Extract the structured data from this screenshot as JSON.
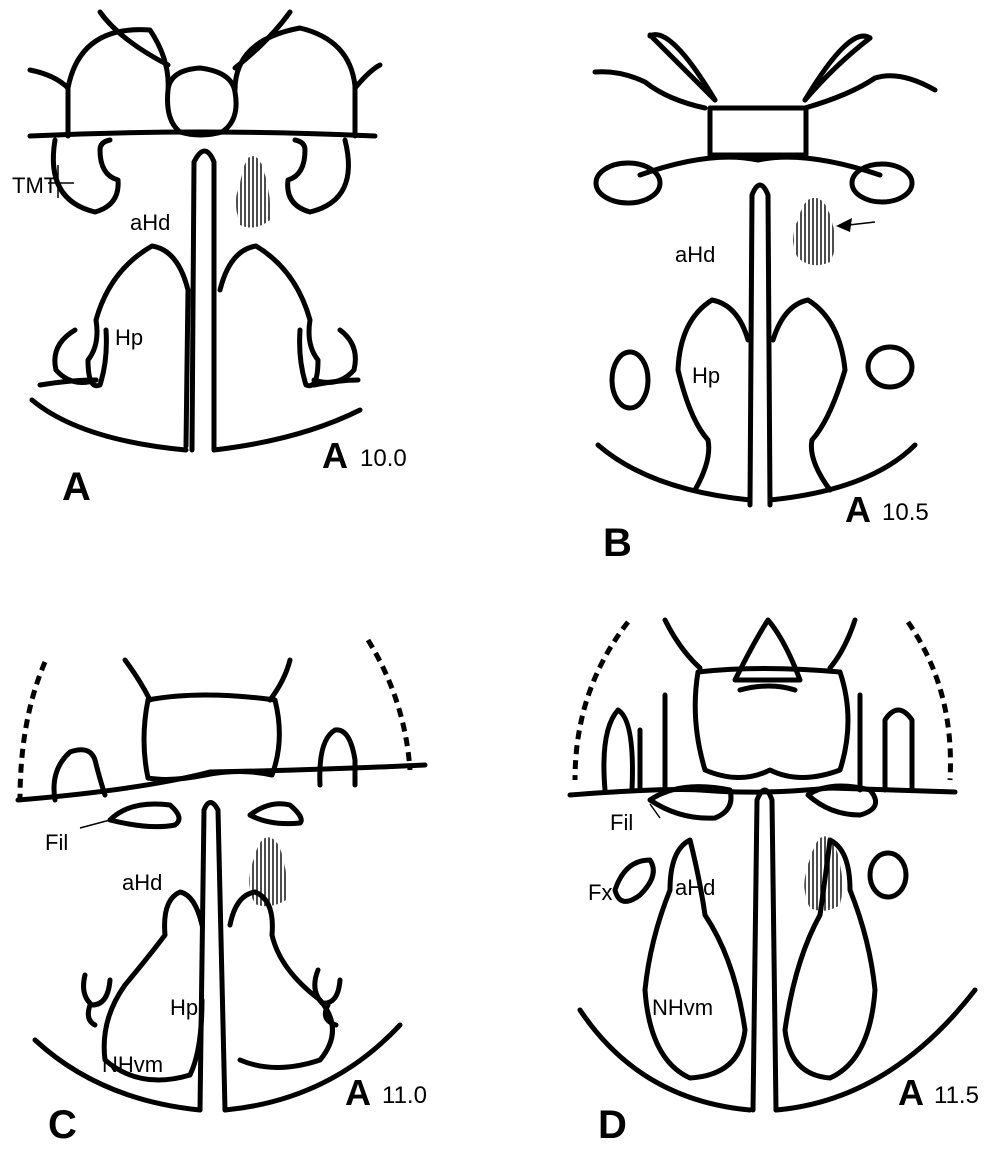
{
  "panels": [
    {
      "letter": "A",
      "coord_prefix": "A",
      "coord": "10.0",
      "labels": {
        "tmt": "TMT",
        "ahd": "aHd",
        "hp": "Hp"
      }
    },
    {
      "letter": "B",
      "coord_prefix": "A",
      "coord": "10.5",
      "labels": {
        "ahd": "aHd",
        "hp": "Hp"
      }
    },
    {
      "letter": "C",
      "coord_prefix": "A",
      "coord": "11.0",
      "labels": {
        "fil": "Fil",
        "ahd": "aHd",
        "hp": "Hp",
        "nhvm": "NHvm"
      }
    },
    {
      "letter": "D",
      "coord_prefix": "A",
      "coord": "11.5",
      "labels": {
        "fil": "Fil",
        "ahd": "aHd",
        "fx": "Fx",
        "nhvm": "NHvm"
      }
    }
  ]
}
